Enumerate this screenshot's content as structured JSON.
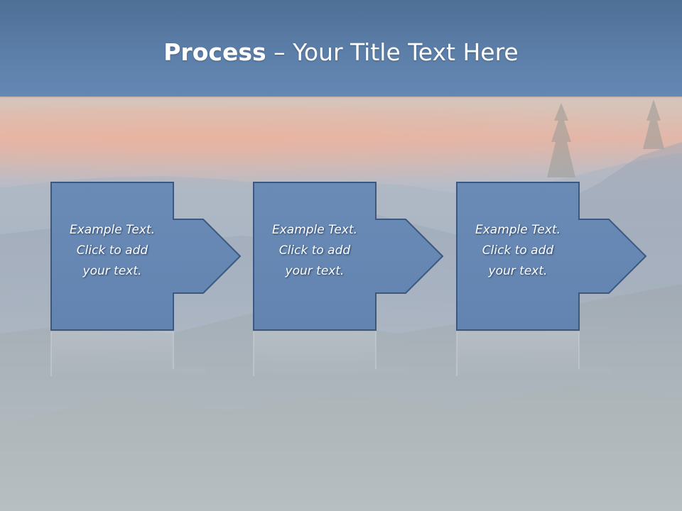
{
  "slide": {
    "title_bold": "Process",
    "title_rest": " – Your Title Text Here"
  },
  "steps": [
    {
      "line1": "Example Text.",
      "line2": "Click  to add",
      "line3": "your text."
    },
    {
      "line1": "Example Text.",
      "line2": "Click  to add",
      "line3": "your text."
    },
    {
      "line1": "Example Text.",
      "line2": "Click  to add",
      "line3": "your text."
    }
  ],
  "colors": {
    "title_band": "#5a7ca5",
    "shape_fill": "#6889b4",
    "shape_stroke": "#3c587e",
    "text": "#ffffff"
  }
}
